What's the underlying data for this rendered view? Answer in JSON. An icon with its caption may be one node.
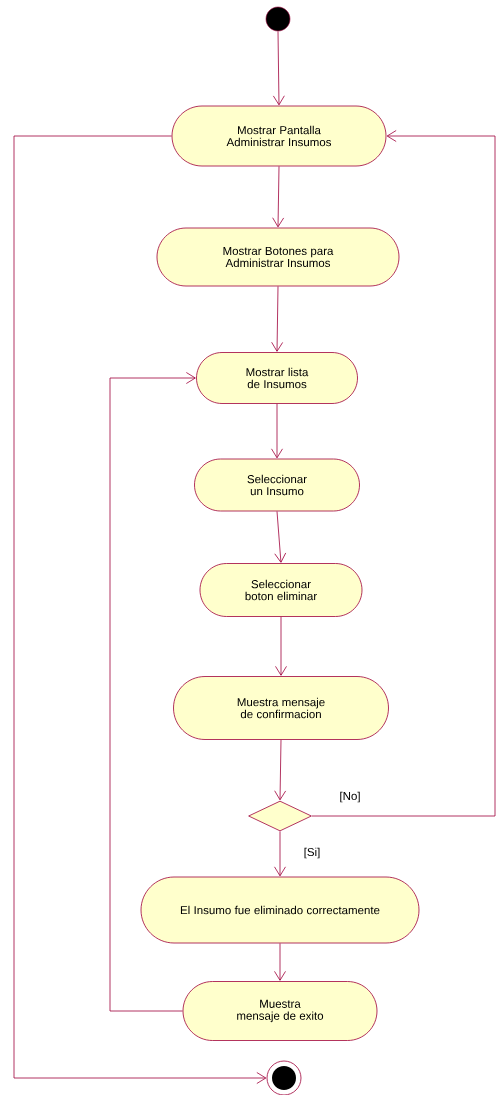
{
  "diagram": {
    "nodes": [
      {
        "text": [],
        "shape": "circle"
      },
      {
        "text": [
          "Mostrar Pantalla Administrar Insumos"
        ]
      },
      {
        "text": [
          "Mostrar Botones para Administrar Insumos"
        ]
      },
      {
        "text": [
          "Mostrar lista de Insumos"
        ]
      },
      {
        "text": [
          "Seleccionar un Insumo"
        ]
      },
      {
        "text": [
          "Seleccionar boton eliminar"
        ]
      },
      {
        "text": [
          "Muestra mensaje de confirmacion"
        ]
      },
      {
        "text": [],
        "shape": "diamond"
      },
      {
        "text": [
          "El Insumo fue eliminado correctamente"
        ]
      },
      {
        "text": [
          "Muestra mensaje de exito"
        ]
      },
      {
        "text": [],
        "shape": "bullseye"
      }
    ],
    "edges": [
      {
        "from": 0,
        "to": 1,
        "arrow": "to"
      },
      {
        "from": 1,
        "to": 2,
        "arrow": "to"
      },
      {
        "from": 2,
        "to": 3,
        "arrow": "to"
      },
      {
        "from": 3,
        "to": 4,
        "arrow": "to"
      },
      {
        "from": 4,
        "to": 5,
        "arrow": "to"
      },
      {
        "from": 5,
        "to": 6,
        "arrow": "to"
      },
      {
        "from": 6,
        "to": 7,
        "arrow": "to"
      },
      {
        "from": 7,
        "to": 8,
        "arrow": "to",
        "label": "[Si]"
      },
      {
        "from": 7,
        "to": 1,
        "arrow": "to",
        "label": "[No]"
      },
      {
        "from": 8,
        "to": 9,
        "arrow": "to"
      },
      {
        "from": 9,
        "to": 3,
        "arrow": "to"
      },
      {
        "from": 1,
        "to": 10,
        "arrow": "to"
      }
    ]
  }
}
